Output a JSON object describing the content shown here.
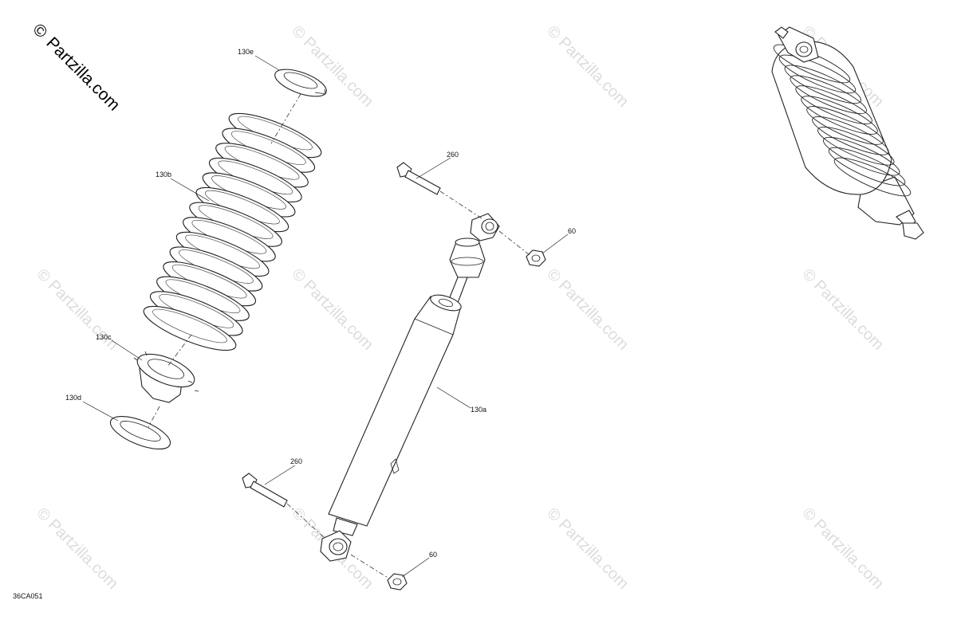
{
  "branding": {
    "copyright_mark": "©",
    "site_name": "Partzilla.com",
    "watermark_text": "© Partzilla.com"
  },
  "diagram": {
    "code": "36CA051",
    "callouts": [
      {
        "id": "130e",
        "text": "130e"
      },
      {
        "id": "130b",
        "text": "130b"
      },
      {
        "id": "130c",
        "text": "130c"
      },
      {
        "id": "130d",
        "text": "130d"
      },
      {
        "id": "130a",
        "text": "130a"
      },
      {
        "id": "260-top",
        "text": "260"
      },
      {
        "id": "260-bottom",
        "text": "260"
      },
      {
        "id": "60-top",
        "text": "60"
      },
      {
        "id": "60-bottom",
        "text": "60"
      }
    ]
  }
}
